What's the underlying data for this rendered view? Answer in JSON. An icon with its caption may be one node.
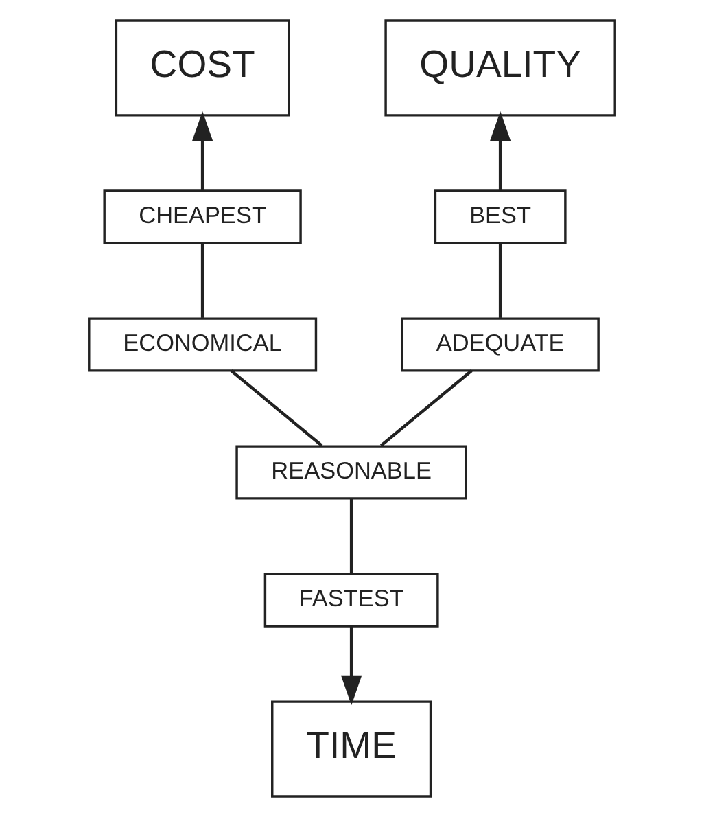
{
  "diagram": {
    "nodes": [
      {
        "text": [
          "COST"
        ]
      },
      {
        "text": [
          "QUALITY"
        ]
      },
      {
        "text": [
          "CHEAPEST"
        ]
      },
      {
        "text": [
          "BEST"
        ]
      },
      {
        "text": [
          "ECONOMICAL"
        ]
      },
      {
        "text": [
          "ADEQUATE"
        ]
      },
      {
        "text": [
          "REASONABLE"
        ]
      },
      {
        "text": [
          "FASTEST"
        ]
      },
      {
        "text": [
          "TIME"
        ]
      }
    ],
    "edges": [
      {
        "from": 6,
        "to": 4,
        "arrow": "none"
      },
      {
        "from": 4,
        "to": 2,
        "arrow": "none"
      },
      {
        "from": 2,
        "to": 0,
        "arrow": "to"
      },
      {
        "from": 6,
        "to": 5,
        "arrow": "none"
      },
      {
        "from": 5,
        "to": 3,
        "arrow": "none"
      },
      {
        "from": 3,
        "to": 1,
        "arrow": "to"
      },
      {
        "from": 6,
        "to": 7,
        "arrow": "none"
      },
      {
        "from": 7,
        "to": 8,
        "arrow": "to"
      }
    ]
  }
}
